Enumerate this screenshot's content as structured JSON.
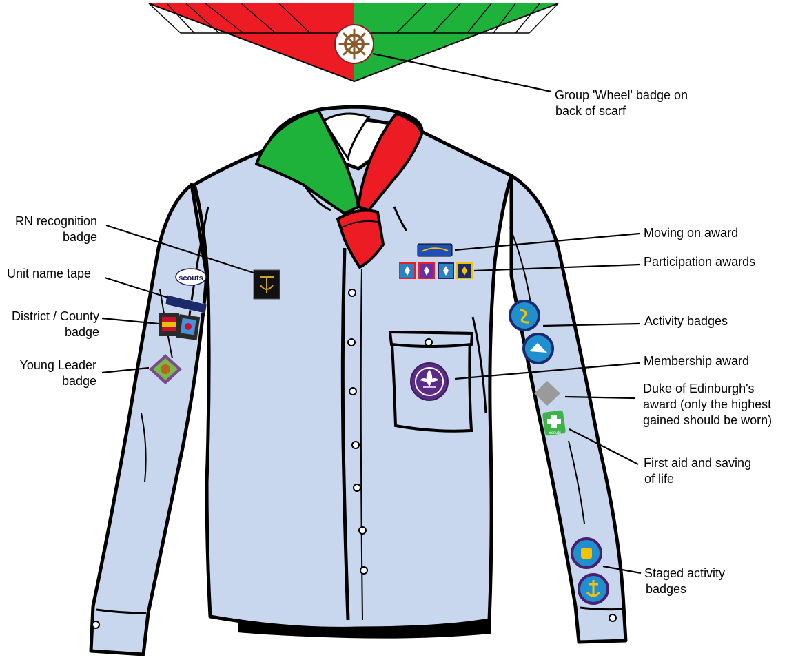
{
  "colors": {
    "shirt": "#c8d6ee",
    "scarf_red": "#ed1c24",
    "scarf_green": "#1eb23a",
    "outline": "#000000",
    "trousers": "#000000",
    "membership_purple": "#5b2a86",
    "activity_blue": "#1f8fcf",
    "first_aid_green": "#3cb44a",
    "dofe_grey": "#9a9a9a"
  },
  "badges": {
    "unit_tape_logo": "scouts",
    "first_aid_text": "Scouts"
  },
  "labels": {
    "wheel": [
      "Group 'Wheel' badge on",
      "back of scarf"
    ],
    "rn": [
      "RN recognition",
      "badge"
    ],
    "unit_tape": [
      "Unit name tape"
    ],
    "district": [
      "District / County",
      "badge"
    ],
    "young_leader": [
      "Young Leader",
      "badge"
    ],
    "moving_on": [
      "Moving on award"
    ],
    "participation": [
      "Participation awards"
    ],
    "activity": [
      "Activity badges"
    ],
    "membership": [
      "Membership award"
    ],
    "dofe": [
      "Duke of Edinburgh's",
      "award (only the highest",
      "gained should be worn)"
    ],
    "first_aid": [
      "First aid and saving",
      "of life"
    ],
    "staged": [
      "Staged activity",
      "badges"
    ]
  }
}
